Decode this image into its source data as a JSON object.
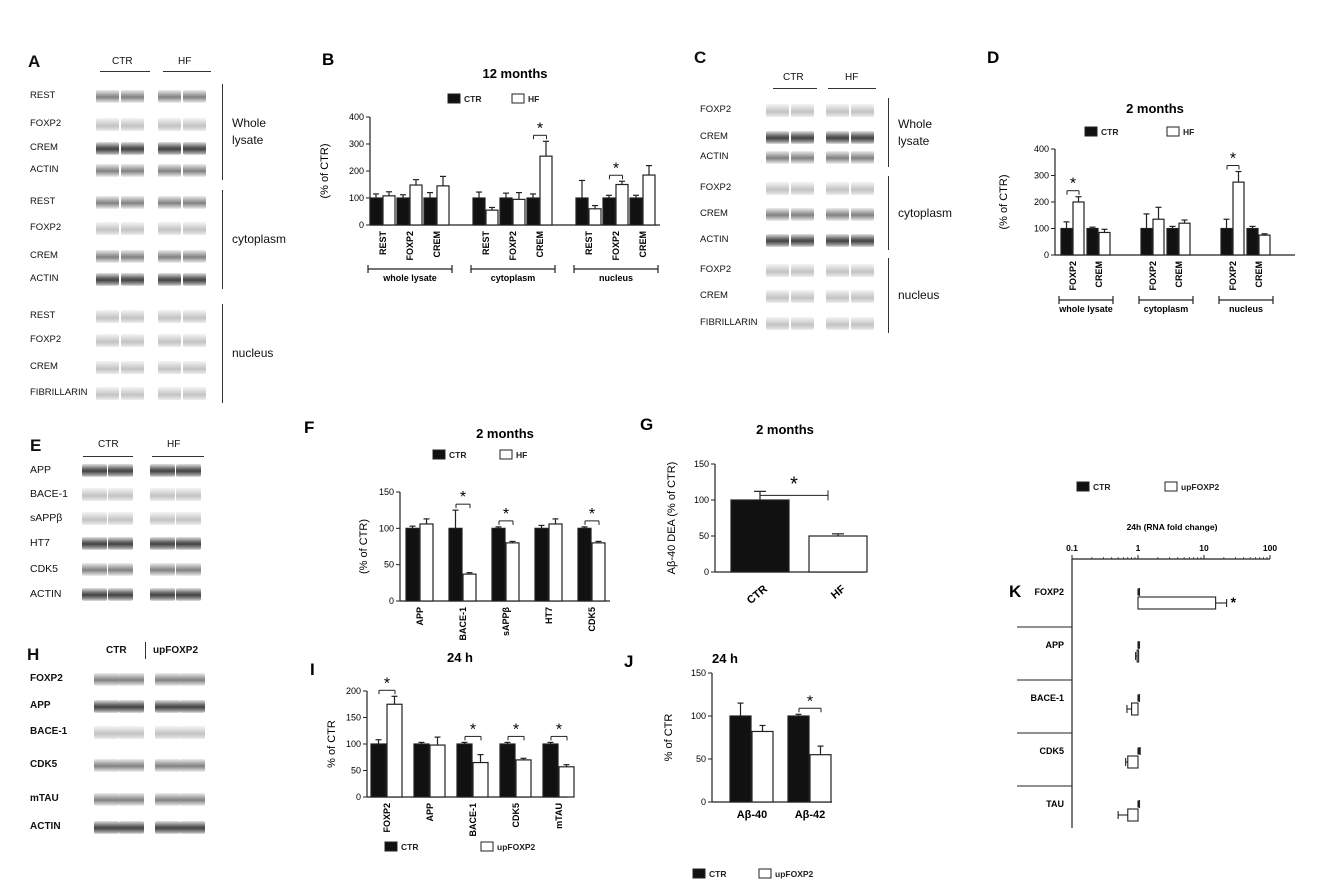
{
  "colors": {
    "ctr": "#111111",
    "treat": "#ffffff",
    "axis": "#222222"
  },
  "panels": {
    "A": {
      "label": "A",
      "headers": [
        "CTR",
        "HF"
      ],
      "groups": [
        {
          "region": [
            "Whole",
            "lysate"
          ],
          "rows": [
            "REST",
            "FOXP2",
            "CREM",
            "ACTIN"
          ]
        },
        {
          "region": [
            "cytoplasm"
          ],
          "rows": [
            "REST",
            "FOXP2",
            "CREM",
            "ACTIN"
          ]
        },
        {
          "region": [
            "nucleus"
          ],
          "rows": [
            "REST",
            "FOXP2",
            "CREM",
            "FIBRILLARIN"
          ]
        }
      ]
    },
    "C": {
      "label": "C",
      "headers": [
        "CTR",
        "HF"
      ],
      "groups": [
        {
          "region": [
            "Whole",
            "lysate"
          ],
          "rows": [
            "FOXP2",
            "CREM",
            "ACTIN"
          ]
        },
        {
          "region": [
            "cytoplasm"
          ],
          "rows": [
            "FOXP2",
            "CREM",
            "ACTIN"
          ]
        },
        {
          "region": [
            "nucleus"
          ],
          "rows": [
            "FOXP2",
            "CREM",
            "FIBRILLARIN"
          ]
        }
      ]
    },
    "E": {
      "label": "E",
      "headers": [
        "CTR",
        "HF"
      ],
      "rows": [
        "APP",
        "BACE-1",
        "sAPPβ",
        "HT7",
        "CDK5",
        "ACTIN"
      ]
    },
    "H": {
      "label": "H",
      "headers": [
        "CTR",
        "upFOXP2"
      ],
      "rows": [
        "FOXP2",
        "APP",
        "BACE-1",
        "CDK5",
        "mTAU",
        "ACTIN"
      ]
    }
  },
  "chart_data": [
    {
      "id": "B",
      "label": "B",
      "type": "bar",
      "title": "12 months",
      "ylabel": "(% of CTR)",
      "ylim": [
        0,
        400
      ],
      "yticks": [
        0,
        100,
        200,
        300,
        400
      ],
      "legend": [
        "CTR",
        "HF"
      ],
      "categories": [
        "REST",
        "FOXP2",
        "CREM",
        "REST",
        "FOXP2",
        "CREM",
        "REST",
        "FOXP2",
        "CREM"
      ],
      "groups": [
        "whole lysate",
        "cytoplasm",
        "nucleus"
      ],
      "series": [
        {
          "name": "CTR",
          "values": [
            100,
            100,
            100,
            100,
            100,
            100,
            100,
            100,
            100
          ],
          "err": [
            15,
            12,
            20,
            22,
            18,
            15,
            65,
            10,
            10
          ]
        },
        {
          "name": "HF",
          "values": [
            108,
            148,
            145,
            55,
            95,
            255,
            60,
            150,
            185
          ],
          "err": [
            15,
            20,
            35,
            10,
            25,
            55,
            12,
            12,
            35
          ]
        }
      ],
      "sig": [
        {
          "index": 5,
          "text": "*"
        },
        {
          "index": 7,
          "text": "*"
        }
      ]
    },
    {
      "id": "D",
      "label": "D",
      "type": "bar",
      "title": "2 months",
      "ylabel": "(% of CTR)",
      "ylim": [
        0,
        400
      ],
      "yticks": [
        0,
        100,
        200,
        300,
        400
      ],
      "legend": [
        "CTR",
        "HF"
      ],
      "categories": [
        "FOXP2",
        "CREM",
        "FOXP2",
        "CREM",
        "FOXP2",
        "CREM"
      ],
      "groups": [
        "whole lysate",
        "cytoplasm",
        "nucleus"
      ],
      "series": [
        {
          "name": "CTR",
          "values": [
            100,
            100,
            100,
            100,
            100,
            100
          ],
          "err": [
            25,
            5,
            55,
            8,
            35,
            8
          ]
        },
        {
          "name": "HF",
          "values": [
            200,
            85,
            135,
            120,
            275,
            75
          ],
          "err": [
            20,
            12,
            45,
            12,
            40,
            5
          ]
        }
      ],
      "sig": [
        {
          "index": 0,
          "text": "*"
        },
        {
          "index": 4,
          "text": "*"
        }
      ]
    },
    {
      "id": "F",
      "label": "F",
      "type": "bar",
      "title": "2 months",
      "ylabel": "(% of CTR)",
      "ylim": [
        0,
        150
      ],
      "yticks": [
        0,
        50,
        100,
        150
      ],
      "legend": [
        "CTR",
        "HF"
      ],
      "categories": [
        "APP",
        "BACE-1",
        "sAPPβ",
        "HT7",
        "CDK5"
      ],
      "series": [
        {
          "name": "CTR",
          "values": [
            100,
            100,
            100,
            100,
            100
          ],
          "err": [
            3,
            25,
            2,
            4,
            2
          ]
        },
        {
          "name": "HF",
          "values": [
            106,
            37,
            80,
            106,
            80
          ],
          "err": [
            7,
            2,
            2,
            7,
            2
          ]
        }
      ],
      "sig": [
        {
          "index": 1,
          "text": "*"
        },
        {
          "index": 2,
          "text": "*"
        },
        {
          "index": 4,
          "text": "*"
        }
      ]
    },
    {
      "id": "G",
      "label": "G",
      "type": "bar",
      "title": "2 months",
      "ylabel": "Aβ-40 DEA (% of CTR)",
      "ylim": [
        0,
        150
      ],
      "yticks": [
        0,
        50,
        100,
        150
      ],
      "categories": [
        "CTR",
        "HF"
      ],
      "values": [
        100,
        50
      ],
      "err": [
        12,
        3
      ],
      "sig": [
        {
          "text": "*"
        }
      ]
    },
    {
      "id": "I",
      "label": "I",
      "type": "bar",
      "title": "24 h",
      "ylabel": "% of CTR",
      "ylim": [
        0,
        200
      ],
      "yticks": [
        0,
        50,
        100,
        150,
        200
      ],
      "legend": [
        "CTR",
        "upFOXP2"
      ],
      "categories": [
        "FOXP2",
        "APP",
        "BACE-1",
        "CDK5",
        "mTAU"
      ],
      "series": [
        {
          "name": "CTR",
          "values": [
            100,
            100,
            100,
            100,
            100
          ],
          "err": [
            8,
            3,
            3,
            3,
            3
          ]
        },
        {
          "name": "upFOXP2",
          "values": [
            175,
            98,
            65,
            70,
            57
          ],
          "err": [
            15,
            15,
            15,
            3,
            4
          ]
        }
      ],
      "sig": [
        {
          "index": 0,
          "text": "*"
        },
        {
          "index": 2,
          "text": "*"
        },
        {
          "index": 3,
          "text": "*"
        },
        {
          "index": 4,
          "text": "*"
        }
      ]
    },
    {
      "id": "J",
      "label": "J",
      "type": "bar",
      "title": "24 h",
      "ylabel": "% of CTR",
      "ylim": [
        0,
        150
      ],
      "yticks": [
        0,
        50,
        100,
        150
      ],
      "legend": [
        "CTR",
        "upFOXP2"
      ],
      "categories": [
        "Aβ-40",
        "Aβ-42"
      ],
      "series": [
        {
          "name": "CTR",
          "values": [
            100,
            100
          ],
          "err": [
            15,
            2
          ]
        },
        {
          "name": "upFOXP2",
          "values": [
            82,
            55
          ],
          "err": [
            7,
            10
          ]
        }
      ],
      "sig": [
        {
          "index": 1,
          "text": "*"
        }
      ]
    },
    {
      "id": "K",
      "label": "K",
      "type": "bar",
      "orientation": "horizontal",
      "title": "24h (RNA fold change)",
      "xscale": "log",
      "xlim": [
        0.1,
        100
      ],
      "xticks": [
        "0.1",
        "1",
        "10",
        "100"
      ],
      "legend": [
        "CTR",
        "upFOXP2"
      ],
      "categories": [
        "FOXP2",
        "APP",
        "BACE-1",
        "CDK5",
        "TAU"
      ],
      "series": [
        {
          "name": "CTR",
          "values": [
            1,
            1,
            1,
            1,
            1
          ],
          "err": [
            0.05,
            0.03,
            0.05,
            0.08,
            0.05
          ]
        },
        {
          "name": "upFOXP2",
          "values": [
            15,
            0.97,
            0.8,
            0.7,
            0.7
          ],
          "err": [
            7,
            0.05,
            0.12,
            0.05,
            0.2
          ]
        }
      ],
      "sig": [
        {
          "index": 0,
          "text": "*"
        }
      ]
    }
  ]
}
